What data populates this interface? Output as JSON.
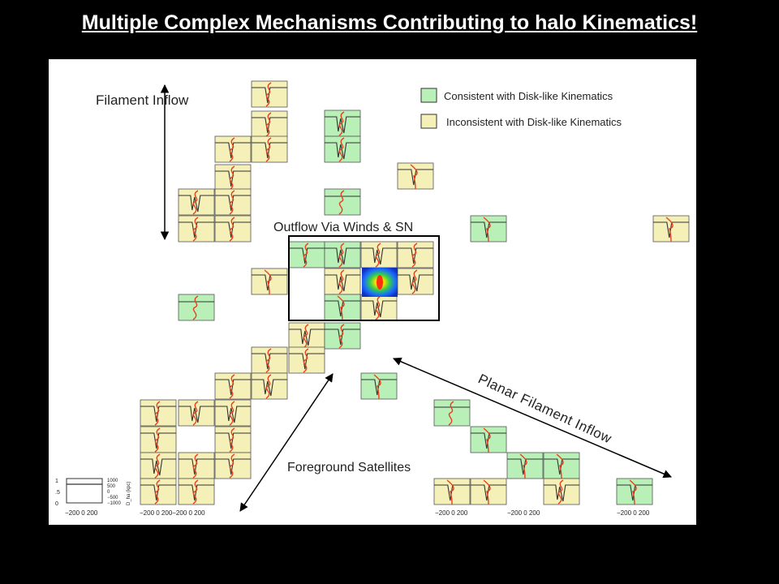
{
  "title": "Multiple Complex Mechanisms Contributing to halo Kinematics!",
  "legend": {
    "consistent": "Consistent with Disk-like Kinematics",
    "inconsistent": "Inconsistent with Disk-like Kinematics"
  },
  "labels": {
    "filament_inflow": "Filament Inflow",
    "outflow": "Outflow Via Winds & SN",
    "planar_filament": "Planar Filament Inflow",
    "foreground": "Foreground Satellites"
  },
  "colors": {
    "consistent": "#b8f0b8",
    "inconsistent": "#f5f0b8",
    "profile_red": "#e8401c",
    "profile_dark": "#333333"
  },
  "axis_ticks": {
    "x": [
      "−200",
      "0",
      "200"
    ],
    "x_mid": [
      "−200",
      "0",
      "200−200",
      "0",
      "200"
    ],
    "y_left": [
      "1",
      ".5",
      "0"
    ],
    "y_right": [
      "1000",
      "500",
      "0",
      "−500",
      "−1000"
    ],
    "y_right_label": "D_ha (kpc)"
  }
}
